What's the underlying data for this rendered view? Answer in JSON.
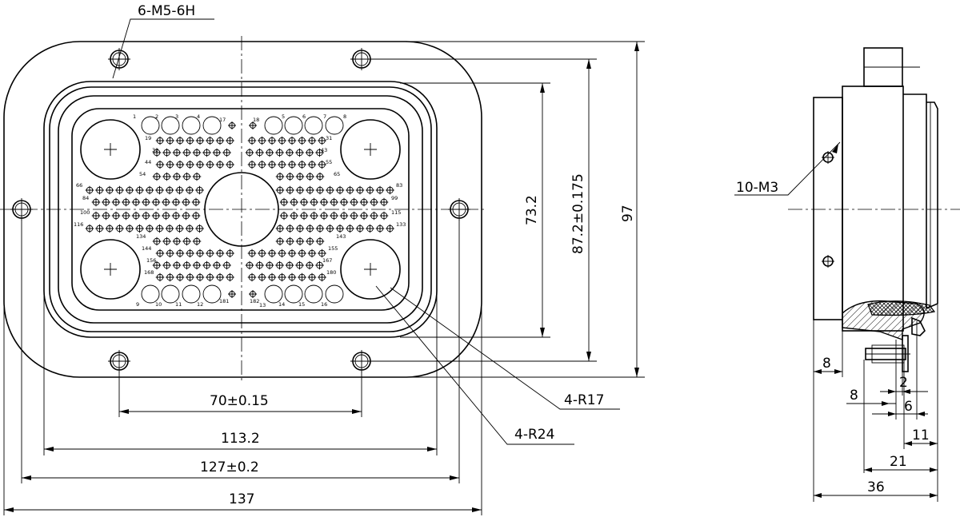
{
  "drawing": {
    "front_labels": {
      "thread_holes": "6-M5-6H",
      "radius_inner": "4-R17",
      "radius_outer": "4-R24"
    },
    "side_labels": {
      "side_holes": "10-M3"
    },
    "dimensions": {
      "hole_spacing": "70±0.15",
      "width_113": "113.2",
      "width_127": "127±0.2",
      "width_137": "137",
      "height_73": "73.2",
      "height_87": "87.2±0.175",
      "height_97": "97",
      "side_8a": "8",
      "side_8b": "8",
      "side_2": "2",
      "side_6": "6",
      "side_11": "11",
      "side_21": "21",
      "side_36": "36"
    },
    "pin_labels": [
      "1",
      "2",
      "3",
      "4",
      "17",
      "18",
      "5",
      "6",
      "7",
      "8",
      "19",
      "31",
      "32",
      "43",
      "44",
      "55",
      "54",
      "65",
      "66",
      "83",
      "84",
      "99",
      "100",
      "115",
      "116",
      "133",
      "134",
      "143",
      "144",
      "155",
      "156",
      "167",
      "168",
      "180",
      "9",
      "10",
      "11",
      "12",
      "181",
      "182",
      "13",
      "14",
      "15",
      "16"
    ]
  }
}
